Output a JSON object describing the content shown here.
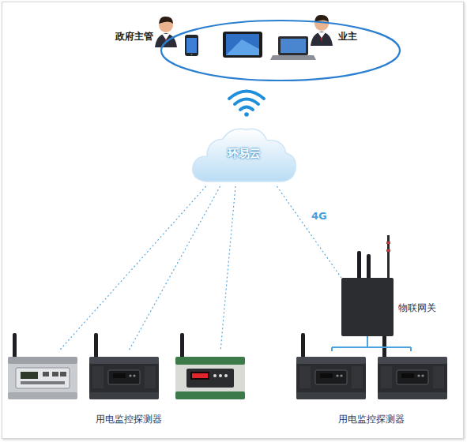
{
  "diagram": {
    "nodes": [
      {
        "text": [
          "政府主管",
          "业主"
        ]
      },
      {
        "text": [
          "环易云"
        ]
      },
      {
        "text": [
          "物联网关"
        ]
      },
      {
        "text": [
          "用电监控探测器"
        ]
      },
      {
        "text": [
          "用电监控探测器"
        ]
      }
    ],
    "edges": [
      {
        "from": 1,
        "to": 3,
        "arrow": "none"
      },
      {
        "from": 1,
        "to": 3,
        "arrow": "none"
      },
      {
        "from": 1,
        "to": 3,
        "arrow": "none"
      },
      {
        "from": 1,
        "to": 2,
        "label": "4G",
        "arrow": "none"
      },
      {
        "from": 2,
        "to": 4,
        "arrow": "none"
      }
    ]
  }
}
